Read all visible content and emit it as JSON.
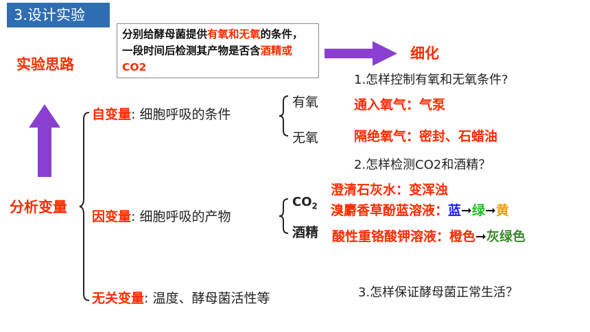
{
  "header": {
    "title": "3.设计实验"
  },
  "idea_box": {
    "part1": "分别给酵母菌提供",
    "highlight1": "有氧和无氧",
    "part2": "的条件，一段时间后检测其产物是否含",
    "highlight2": "酒精或CO2"
  },
  "labels": {
    "experiment_idea": "实验思路",
    "refine": "细化",
    "analyze_vars": "分析变量"
  },
  "independent": {
    "name": "自变量",
    "colon": ":",
    "desc": "细胞呼吸的条件",
    "aerobic": "有氧",
    "anaerobic": "无氧"
  },
  "dependent": {
    "name": "因变量",
    "colon": ":",
    "desc": "细胞呼吸的产物",
    "co2": "CO",
    "co2_sub": "2",
    "alcohol": "酒精"
  },
  "irrelevant": {
    "name": "无关变量",
    "colon": ":",
    "desc": "温度、酵母菌活性等"
  },
  "questions": {
    "q1": "1.怎样控制有氧和无氧条件?",
    "a1_1": "通入氧气：气泵",
    "a1_2": "隔绝氧气：密封、石蜡油",
    "q2": "2.怎样检测CO2和酒精？",
    "a2_1": "澄清石灰水：变浑浊",
    "a2_2_prefix": "溴麝香草酚蓝溶液：",
    "a2_2_blue": "蓝",
    "a2_2_green": "绿",
    "a2_2_yellow": "黄",
    "a2_3_prefix": "酸性重铬酸钾溶液：",
    "a2_3_orange": "橙色",
    "a2_3_graygreen": "灰绿色",
    "arrow": "➞",
    "q3": "3.怎样保证酵母菌正常生活？"
  },
  "colors": {
    "accent_red": "#ff2a00",
    "header_blue": "#2f6db3",
    "arrow_purple": "#8a3fd1",
    "blue": "#1a1aff",
    "green": "#22bb22",
    "yellow": "#f5a000",
    "orange": "#ff2a00",
    "graygreen": "#3a8a2a"
  }
}
